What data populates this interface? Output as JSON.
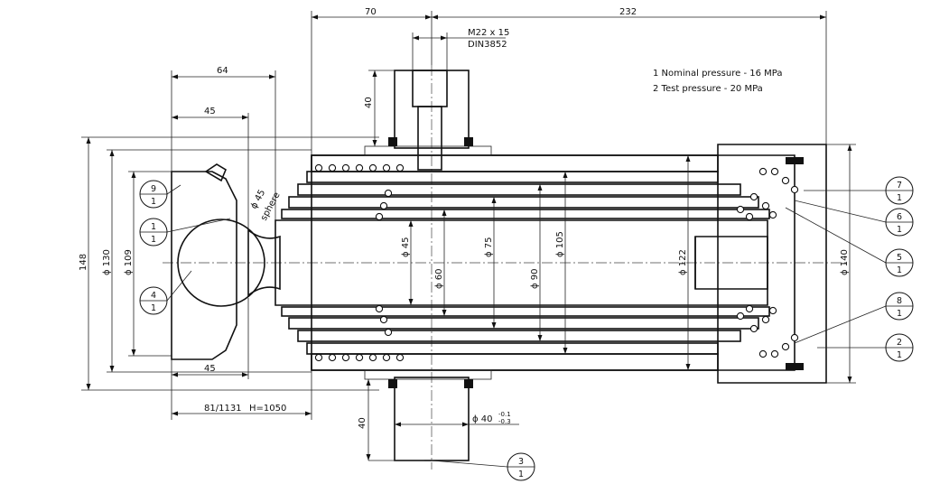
{
  "drawing": {
    "notes": [
      "1 Nominal pressure - 16 MPa",
      "2  Test pressure    - 20 MPa"
    ],
    "thread": {
      "size": "M22 x 15",
      "standard": "DIN3852"
    },
    "dimensions": {
      "top_70": "70",
      "top_232": "232",
      "dim_64": "64",
      "dim_45_top": "45",
      "dim_45_bottom": "45",
      "dim_40_top": "40",
      "dim_40_bottom": "40",
      "dim_148": "148",
      "dia_130": "ϕ 130",
      "dia_109": "ϕ 109",
      "dia_45": "ϕ 45",
      "dia_60": "ϕ 60",
      "dia_75": "ϕ 75",
      "dia_90": "ϕ 90",
      "dia_105": "ϕ 105",
      "dia_122": "ϕ 122",
      "dia_140": "ϕ 140",
      "pin_dia": "ϕ 40",
      "pin_tol_upper": "-0.1",
      "pin_tol_lower": "-0.3",
      "sphere_dia": "ϕ 45",
      "sphere_word": "sphere",
      "stroke_left": "81/1131",
      "stroke_right": "H=1050"
    },
    "balloons": [
      {
        "item": "9",
        "qty": "1"
      },
      {
        "item": "1",
        "qty": "1"
      },
      {
        "item": "4",
        "qty": "1"
      },
      {
        "item": "7",
        "qty": "1"
      },
      {
        "item": "6",
        "qty": "1"
      },
      {
        "item": "5",
        "qty": "1"
      },
      {
        "item": "8",
        "qty": "1"
      },
      {
        "item": "2",
        "qty": "1"
      },
      {
        "item": "3",
        "qty": "1"
      }
    ]
  }
}
